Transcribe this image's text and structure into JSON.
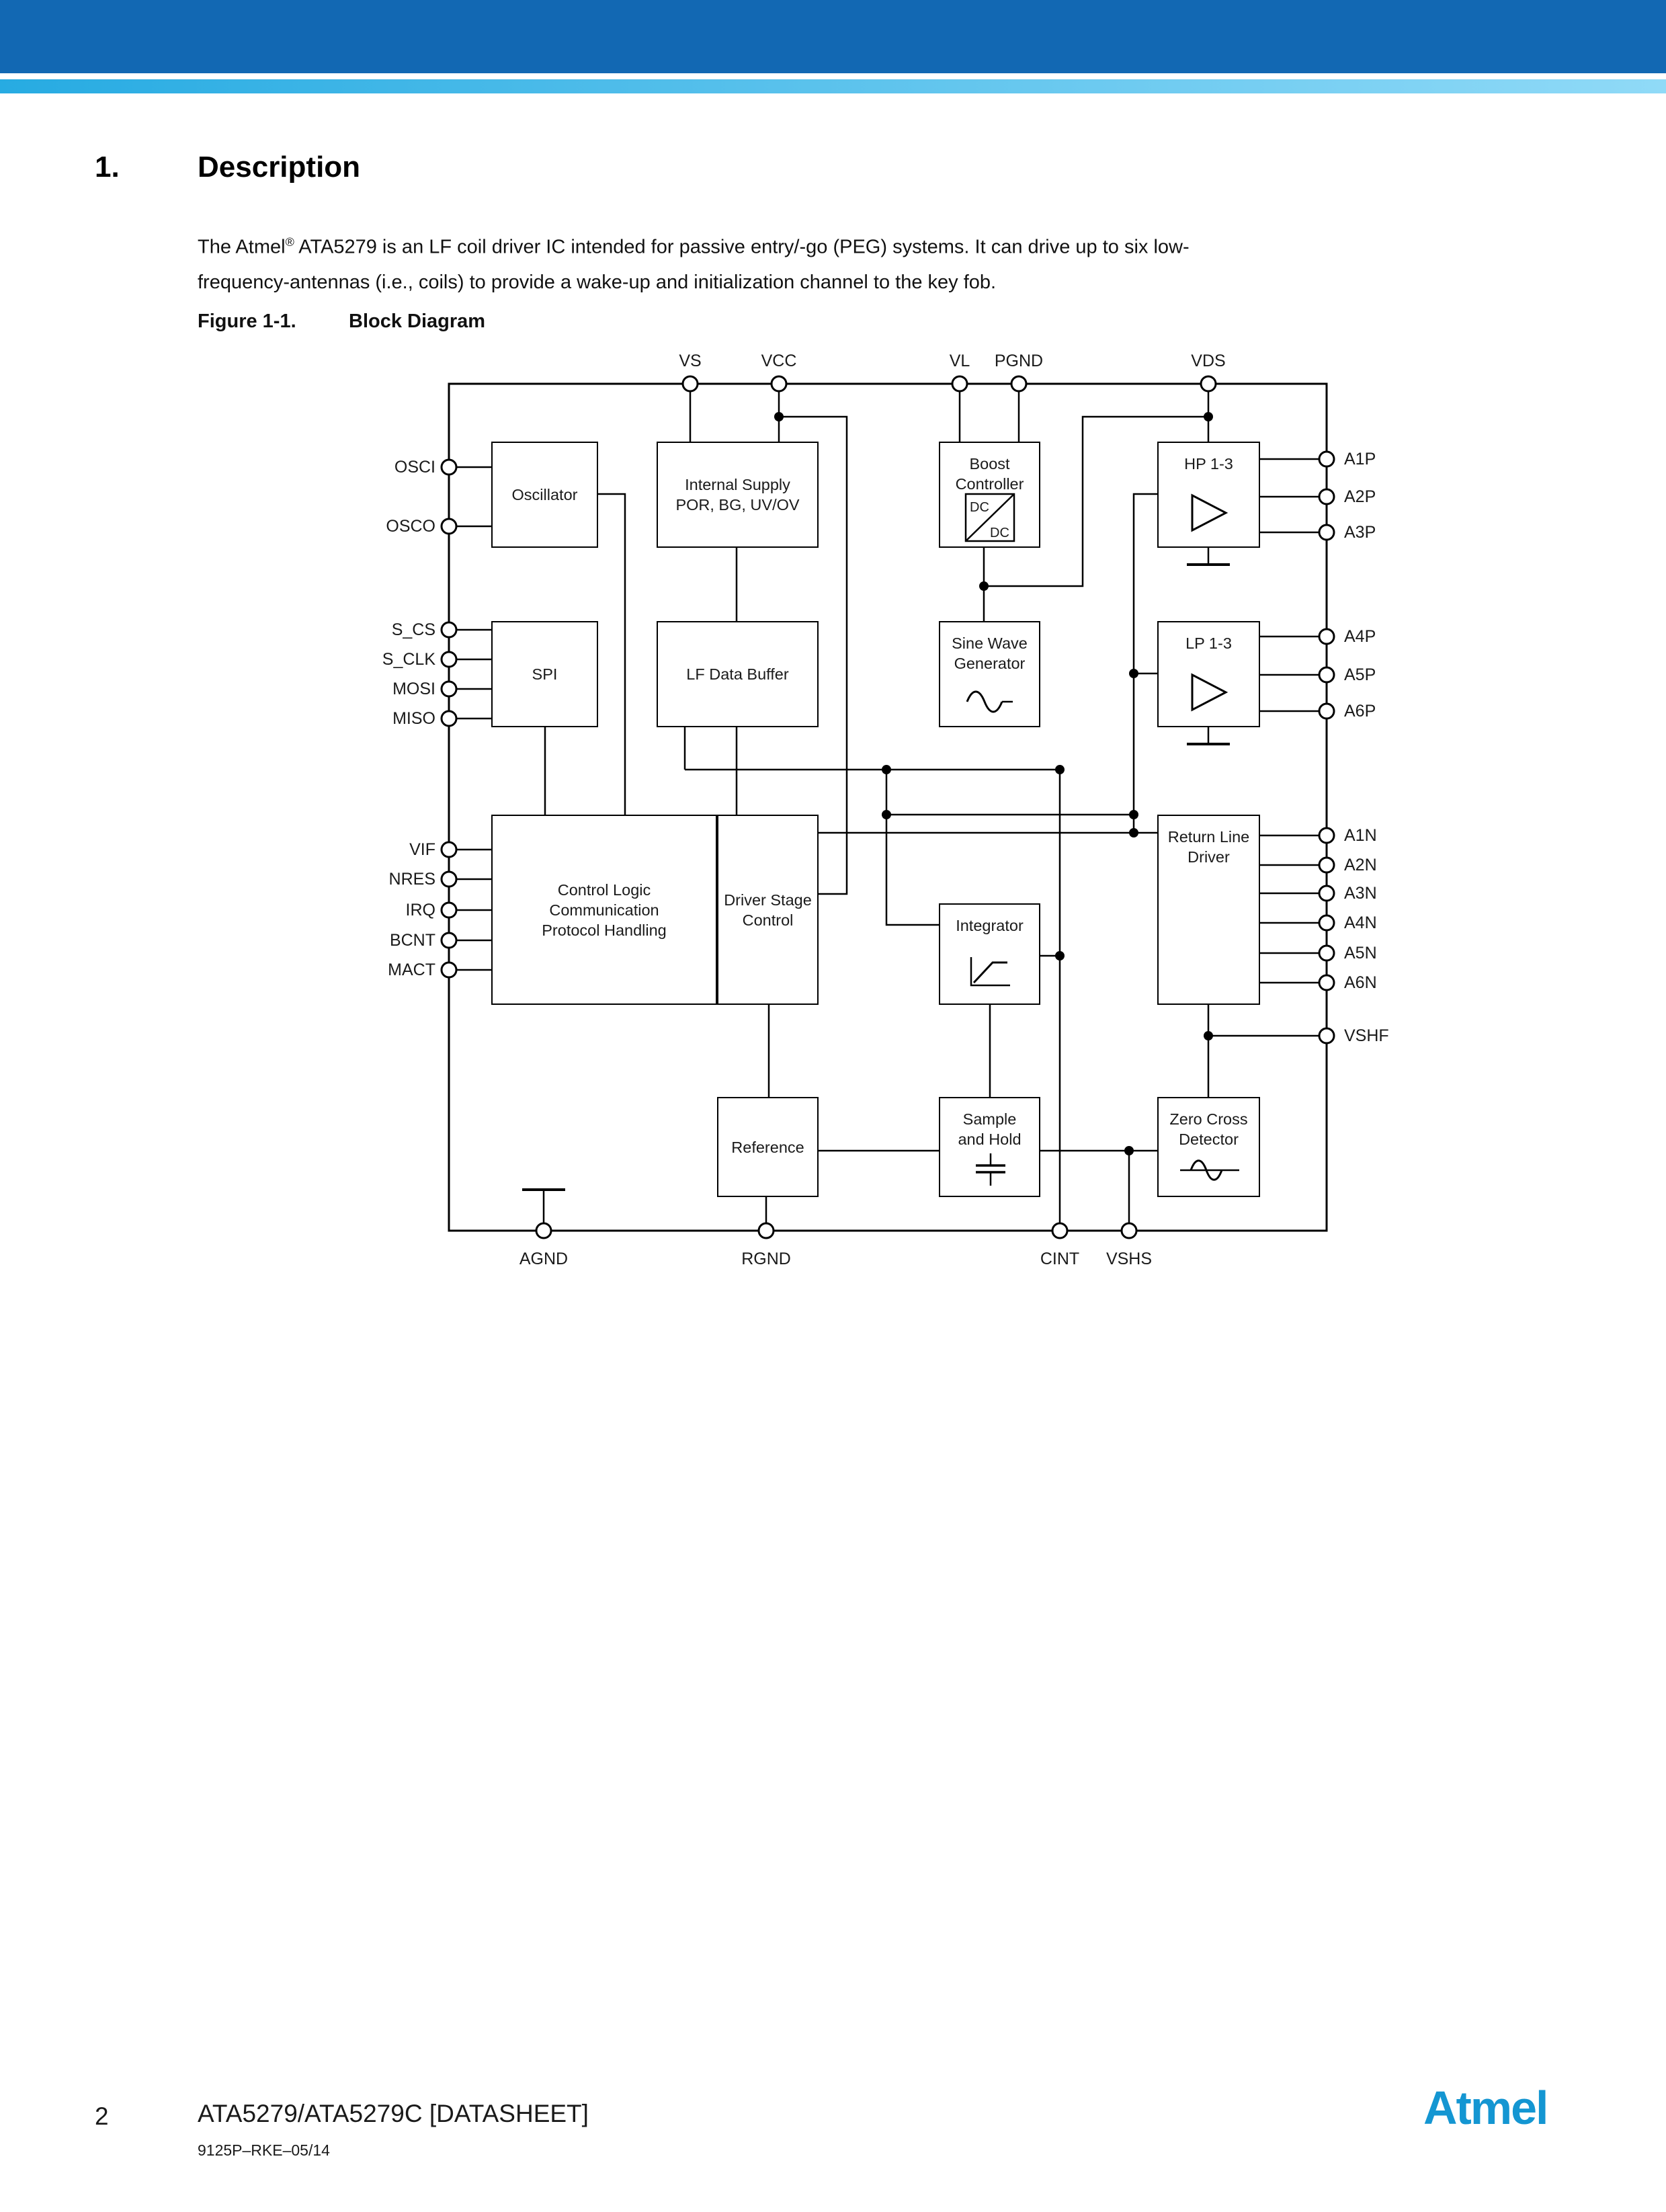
{
  "colors": {
    "header_bar": "#1268b3",
    "stripe_start": "#27abe2",
    "stripe_end": "#90daf7",
    "logo_blue": "#1496d2",
    "diagram_ink": "#000000"
  },
  "section": {
    "number": "1.",
    "title": "Description"
  },
  "intro": {
    "line1_pre": "The Atmel",
    "line1_sup": "®",
    "line1_post": " ATA5279 is an LF coil driver IC intended for passive entry/-go (PEG) systems. It can drive up to six low-",
    "line2": "frequency-antennas (i.e., coils) to provide a wake-up and initialization channel to the key fob."
  },
  "figure": {
    "label": "Figure 1-1.",
    "title": "Block Diagram"
  },
  "diagram": {
    "blocks": {
      "oscillator": "Oscillator",
      "internal_supply": "Internal Supply\nPOR, BG, UV/OV",
      "boost_controller": "Boost\nController",
      "hp": "HP 1-3",
      "spi": "SPI",
      "lf_data_buffer": "LF Data Buffer",
      "sine_wave_generator": "Sine Wave\nGenerator",
      "lp": "LP 1-3",
      "control_logic": "Control Logic\nCommunication\nProtocol Handling",
      "driver_stage_control": "Driver Stage\nControl",
      "integrator": "Integrator",
      "return_line_driver": "Return Line\nDriver",
      "reference": "Reference",
      "sample_and_hold": "Sample\nand Hold",
      "zero_cross_detector": "Zero Cross\nDetector"
    },
    "dcdc": {
      "top": "DC",
      "bottom": "DC"
    },
    "pins": {
      "top": [
        "VS",
        "VCC",
        "VL",
        "PGND",
        "VDS"
      ],
      "left": [
        "OSCI",
        "OSCO",
        "S_CS",
        "S_CLK",
        "MOSI",
        "MISO",
        "VIF",
        "NRES",
        "IRQ",
        "BCNT",
        "MACT"
      ],
      "right": [
        "A1P",
        "A2P",
        "A3P",
        "A4P",
        "A5P",
        "A6P",
        "A1N",
        "A2N",
        "A3N",
        "A4N",
        "A5N",
        "A6N",
        "VSHF"
      ],
      "bottom": [
        "AGND",
        "RGND",
        "CINT",
        "VSHS"
      ]
    }
  },
  "footer": {
    "page_number": "2",
    "doc_title": "ATA5279/ATA5279C [DATASHEET]",
    "doc_code": "9125P–RKE–05/14",
    "logo_text": "Atmel"
  }
}
